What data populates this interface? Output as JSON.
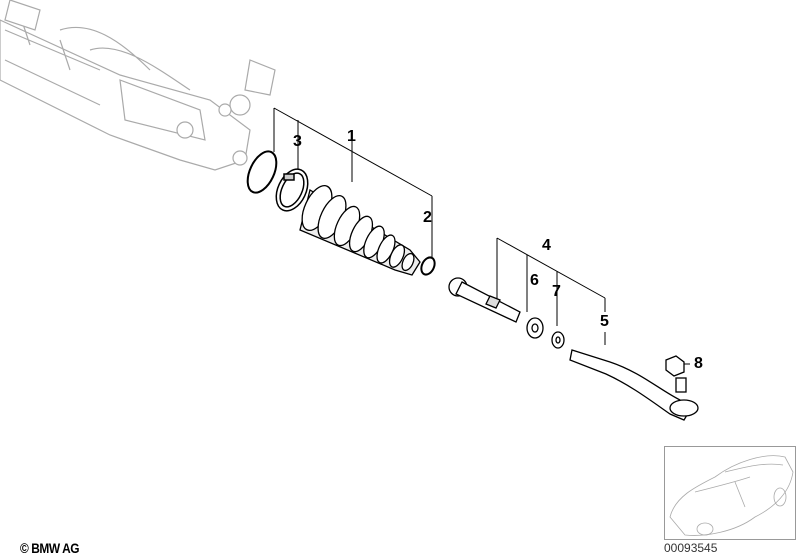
{
  "diagram": {
    "callouts": [
      {
        "id": "1",
        "text": "1"
      },
      {
        "id": "2",
        "text": "2"
      },
      {
        "id": "3",
        "text": "3"
      },
      {
        "id": "4",
        "text": "4"
      },
      {
        "id": "5",
        "text": "5"
      },
      {
        "id": "6",
        "text": "6"
      },
      {
        "id": "7",
        "text": "7"
      },
      {
        "id": "8",
        "text": "8"
      }
    ],
    "copyright": "© BMW AG",
    "image_number": "00093545"
  }
}
